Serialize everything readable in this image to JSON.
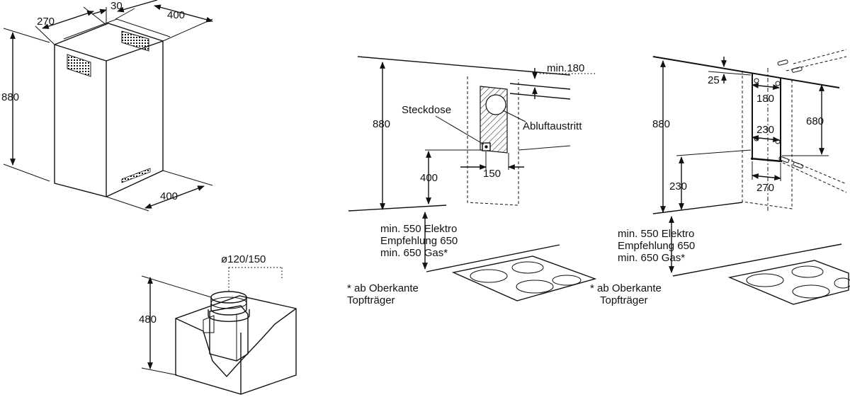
{
  "hood_unit": {
    "dim_width_top": "270",
    "dim_offset": "30",
    "dim_depth_top": "400",
    "dim_height": "880",
    "dim_depth_bottom": "400"
  },
  "box_unit": {
    "dim_diameter": "ø120/150",
    "dim_height": "480"
  },
  "wall_diagram_1": {
    "dim_height": "880",
    "dim_min_top": "min.180",
    "label_socket": "Steckdose",
    "label_exhaust": "Abluftaustritt",
    "dim_socket_height": "400",
    "dim_socket_width": "150",
    "note_line1": "min. 550 Elektro",
    "note_line2": "Empfehlung 650",
    "note_line3": "min. 650 Gas*",
    "footnote_line1": "* ab Oberkante",
    "footnote_line2": "Topfträger"
  },
  "wall_diagram_2": {
    "dim_height": "880",
    "dim_top_gap": "25",
    "dim_inner_top": "180",
    "dim_right_height": "680",
    "dim_inner_mid": "230",
    "dim_bottom_height": "230",
    "dim_bottom_width": "270",
    "note_line1": "min. 550 Elektro",
    "note_line2": "Empfehlung 650",
    "note_line3": "min. 650 Gas*",
    "footnote_line1": "* ab Oberkante",
    "footnote_line2": "Topfträger"
  }
}
